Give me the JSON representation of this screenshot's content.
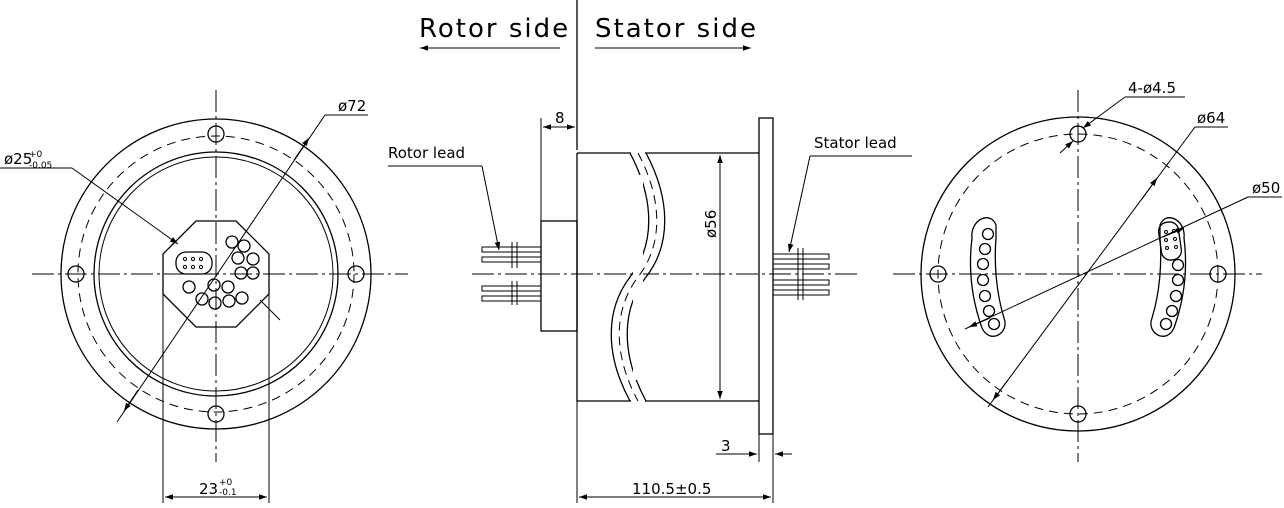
{
  "headings": {
    "rotor_side": "Rotor side",
    "stator_side": "Stator side"
  },
  "labels": {
    "rotor_lead": "Rotor lead",
    "stator_lead": "Stator lead"
  },
  "dimensions": {
    "spigot_dia_base": "ø25",
    "spigot_dia_tol_upper": "+0",
    "spigot_dia_tol_lower": "-0.05",
    "outer_dia_left": "ø72",
    "shaft_len": "8",
    "body_dia": "ø56",
    "flange_thickness": "3",
    "overall_length": "110.5±0.5",
    "width_base": "23",
    "width_tol_upper": "+0",
    "width_tol_lower": "-0.1",
    "mount_holes": "4-ø4.5",
    "pcd": "ø64",
    "inner_dia_right": "ø50"
  }
}
